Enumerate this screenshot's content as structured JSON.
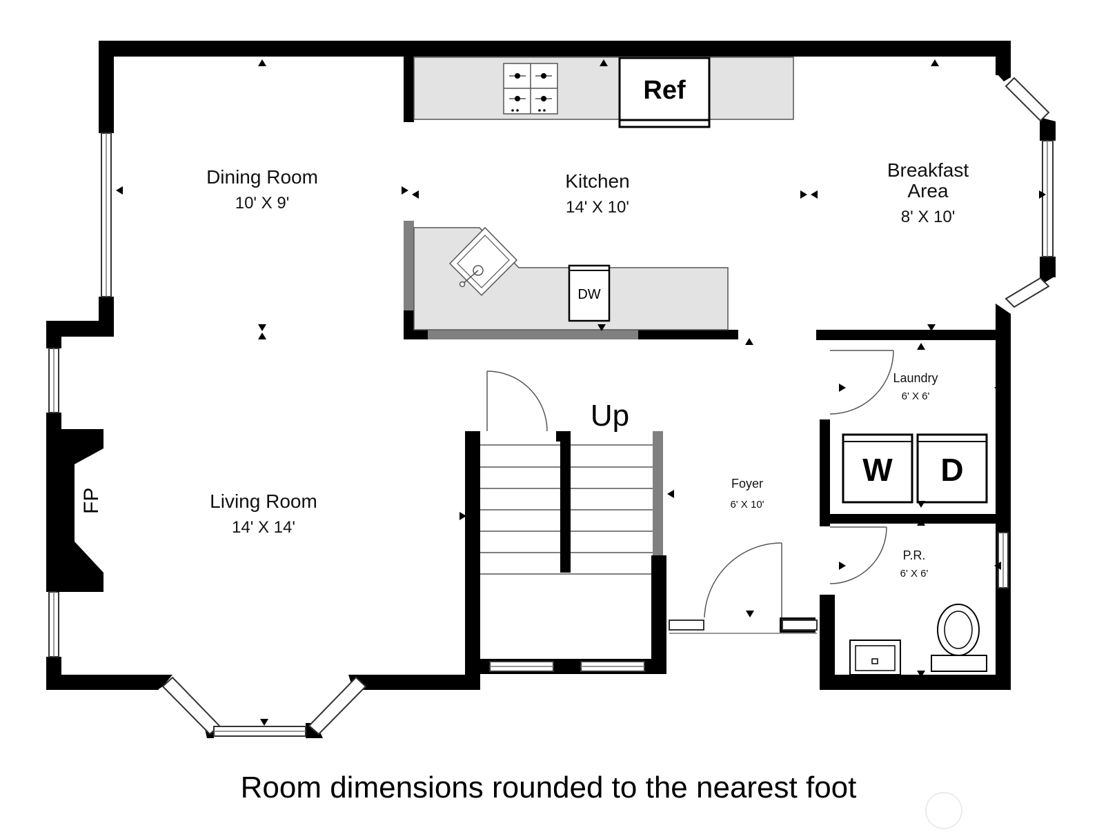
{
  "rooms": {
    "dining": {
      "name": "Dining Room",
      "dims": "10' X 9'"
    },
    "kitchen": {
      "name": "Kitchen",
      "dims": "14' X 10'"
    },
    "breakfast": {
      "name_line1": "Breakfast",
      "name_line2": "Area",
      "dims": "8' X 10'"
    },
    "living": {
      "name": "Living Room",
      "dims": "14' X 14'"
    },
    "laundry": {
      "name": "Laundry",
      "dims": "6' X 6'"
    },
    "foyer": {
      "name": "Foyer",
      "dims": "6' X 10'"
    },
    "powder": {
      "name": "P.R.",
      "dims": "6' X 6'"
    }
  },
  "fixtures": {
    "refrigerator": "Ref",
    "dishwasher": "DW",
    "washer": "W",
    "dryer": "D",
    "fireplace": "FP",
    "stairs": "Up"
  },
  "caption": "Room dimensions rounded to the nearest foot",
  "icons": [
    "cooktop-icon",
    "sink-icon",
    "toilet-icon",
    "vanity-sink-icon",
    "watermark-circle-icon"
  ]
}
